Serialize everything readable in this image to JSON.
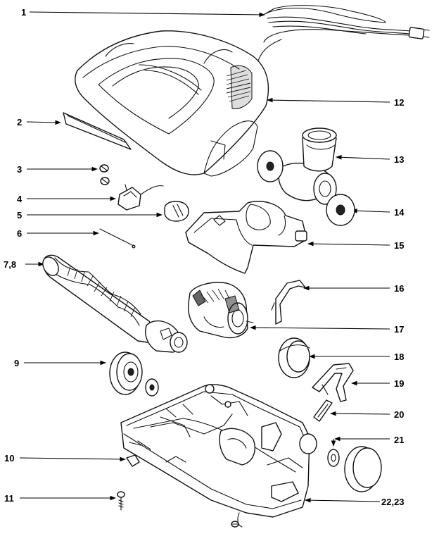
{
  "labels": {
    "c1": "1",
    "c2": "2",
    "c3": "3",
    "c4": "4",
    "c5": "5",
    "c6": "6",
    "c78": "7,8",
    "c9": "9",
    "c10": "10",
    "c11": "11",
    "c12": "12",
    "c13": "13",
    "c14": "14",
    "c15": "15",
    "c16": "16",
    "c17": "17",
    "c18": "18",
    "c19": "19",
    "c20": "20",
    "c21": "21",
    "c2223": "22,23"
  }
}
